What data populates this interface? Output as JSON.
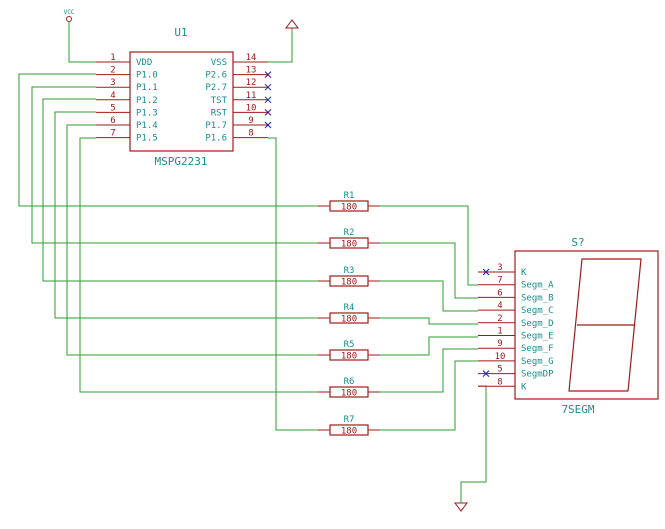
{
  "u1": {
    "ref": "U1",
    "value": "MSPG2231",
    "left_pins": [
      {
        "num": "1",
        "name": "VDD"
      },
      {
        "num": "2",
        "name": "P1.0"
      },
      {
        "num": "3",
        "name": "P1.1"
      },
      {
        "num": "4",
        "name": "P1.2"
      },
      {
        "num": "5",
        "name": "P1.3"
      },
      {
        "num": "6",
        "name": "P1.4"
      },
      {
        "num": "7",
        "name": "P1.5"
      }
    ],
    "right_pins": [
      {
        "num": "14",
        "name": "VSS"
      },
      {
        "num": "13",
        "name": "P2.6"
      },
      {
        "num": "12",
        "name": "P2.7"
      },
      {
        "num": "11",
        "name": "TST"
      },
      {
        "num": "10",
        "name": "RST"
      },
      {
        "num": "9",
        "name": "P1.7"
      },
      {
        "num": "8",
        "name": "P1.6"
      }
    ]
  },
  "vcc_label": "VCC",
  "resistors": [
    {
      "ref": "R1",
      "value": "180"
    },
    {
      "ref": "R2",
      "value": "180"
    },
    {
      "ref": "R3",
      "value": "180"
    },
    {
      "ref": "R4",
      "value": "180"
    },
    {
      "ref": "R5",
      "value": "180"
    },
    {
      "ref": "R6",
      "value": "180"
    },
    {
      "ref": "R7",
      "value": "180"
    }
  ],
  "display": {
    "ref": "S?",
    "value": "7SEGM",
    "pins": [
      {
        "num": "3",
        "name": "K"
      },
      {
        "num": "7",
        "name": "Segm_A"
      },
      {
        "num": "6",
        "name": "Segm_B"
      },
      {
        "num": "4",
        "name": "Segm_C"
      },
      {
        "num": "2",
        "name": "Segm_D"
      },
      {
        "num": "1",
        "name": "Segm_E"
      },
      {
        "num": "9",
        "name": "Segm_F"
      },
      {
        "num": "10",
        "name": "Segm_G"
      },
      {
        "num": "5",
        "name": "SegmDP"
      },
      {
        "num": "8",
        "name": "K"
      }
    ]
  },
  "colors": {
    "wire": "#2f9e2f",
    "component": "#a01a1a",
    "label": "#1a8c8c",
    "no_connect": "#1a1ab0"
  }
}
